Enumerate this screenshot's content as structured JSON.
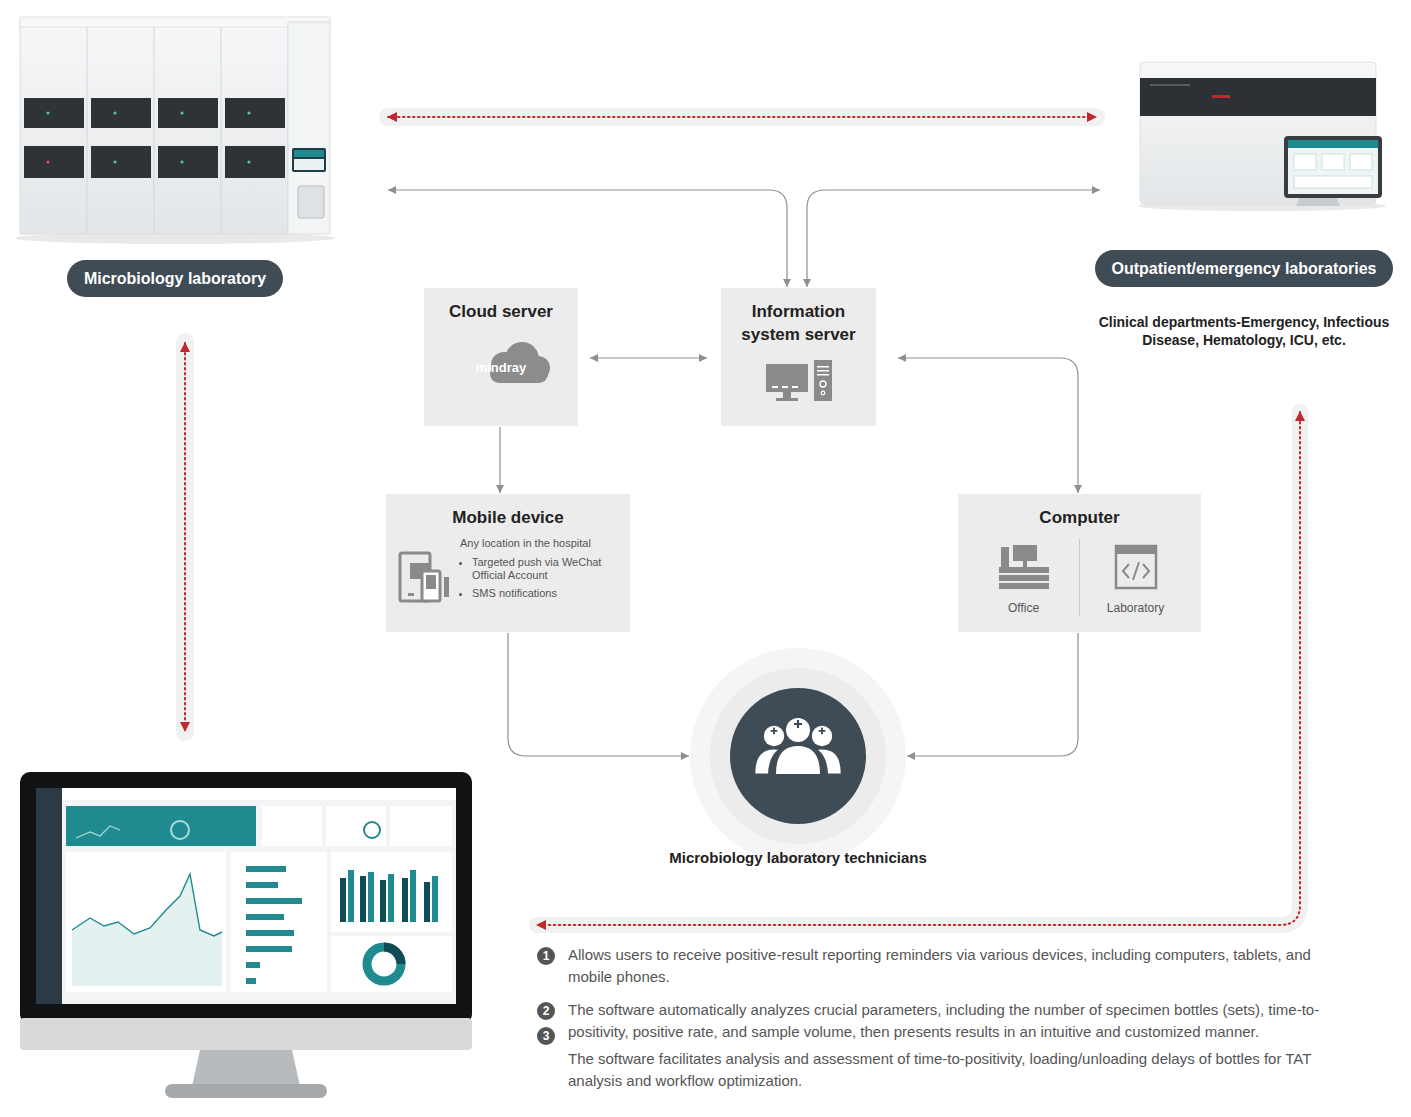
{
  "diagram": {
    "nodes": [
      {
        "text": [
          "Microbiology laboratory"
        ]
      },
      {
        "text": [
          "Outpatient/emergency laboratories",
          "Clinical departments-Emergency, Infectious Disease, Hematology, ICU, etc."
        ]
      },
      {
        "text": [
          "Cloud server",
          "mindray"
        ]
      },
      {
        "text": [
          "Information system server"
        ]
      },
      {
        "text": [
          "Mobile device",
          "Any location in the hospital",
          "Targeted push via WeChat Official Account",
          "SMS notifications"
        ]
      },
      {
        "text": [
          "Computer",
          "Office",
          "Laboratory"
        ]
      },
      {
        "text": [
          "Microbiology laboratory technicians"
        ]
      }
    ],
    "edges": [
      {
        "from": 0,
        "to": 1,
        "arrow": "both"
      },
      {
        "from": 3,
        "to": 0,
        "arrow": "both"
      },
      {
        "from": 3,
        "to": 1,
        "arrow": "both"
      },
      {
        "from": 2,
        "to": 3,
        "arrow": "both"
      },
      {
        "from": 3,
        "to": 5,
        "arrow": "both"
      },
      {
        "from": 2,
        "to": 4,
        "arrow": "to"
      },
      {
        "from": 4,
        "to": 6,
        "arrow": "to"
      },
      {
        "from": 5,
        "to": 6,
        "arrow": "to"
      }
    ],
    "labels": [
      "1",
      "Allows users to receive positive-result reporting reminders via various devices, including computers, tablets, and mobile phones.",
      "2",
      "The software automatically analyzes crucial parameters, including the number of specimen bottles (sets), time-to-positivity, positive rate, and sample volume, then presents results in an intuitive and customized manner.",
      "3",
      "The software facilitates analysis and assessment of time-to-positivity, loading/unloading delays of bottles for TAT analysis and workflow optimization."
    ]
  }
}
